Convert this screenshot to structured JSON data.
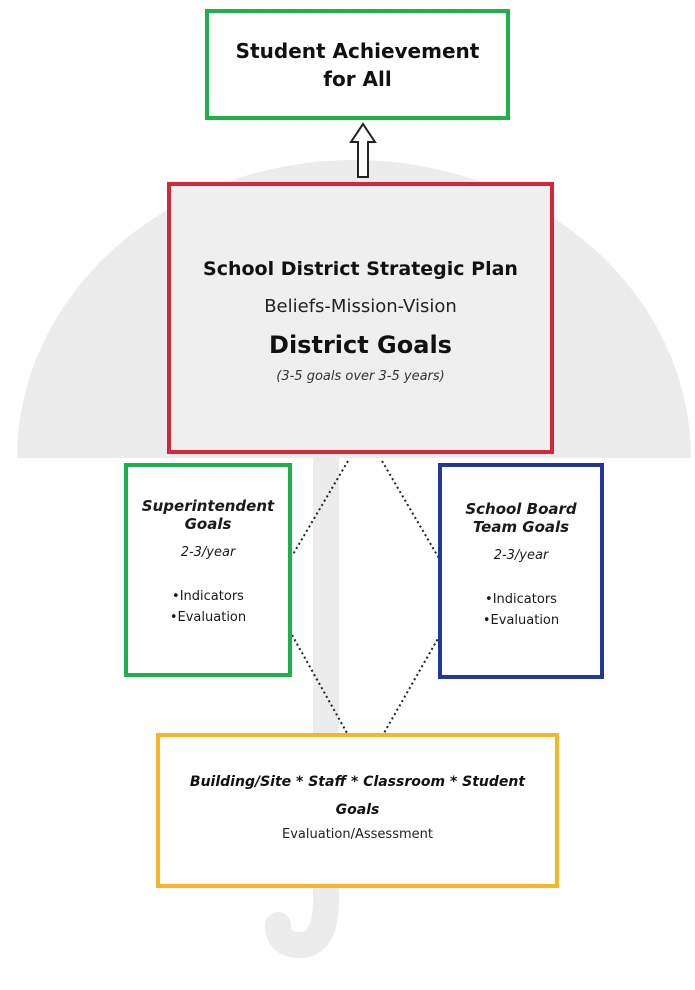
{
  "colors": {
    "green": "#1faf4b",
    "red": "#cf2a35",
    "blue": "#22379a",
    "orange": "#f7b52a",
    "umbrella_gray": "#ececec"
  },
  "top_box": {
    "line1": "Student Achievement",
    "line2": "for All"
  },
  "strategic_plan": {
    "title": "School District Strategic Plan",
    "subtitle": "Beliefs-Mission-Vision",
    "goals_heading": "District Goals",
    "goals_note": "(3-5 goals over 3-5 years)"
  },
  "superintendent": {
    "title_line1": "Superintendent",
    "title_line2": "Goals",
    "frequency": "2-3/year",
    "bullets": [
      "•Indicators",
      "•Evaluation"
    ]
  },
  "school_board": {
    "title_line1": "School Board",
    "title_line2": "Team Goals",
    "frequency": "2-3/year",
    "bullets": [
      "•Indicators",
      "•Evaluation"
    ]
  },
  "building": {
    "title_line1": "Building/Site * Staff * Classroom * Student",
    "title_line2": "Goals",
    "subtitle": "Evaluation/Assessment"
  },
  "icons": {
    "arrow": "up-arrow-icon",
    "umbrella": "umbrella-icon"
  }
}
